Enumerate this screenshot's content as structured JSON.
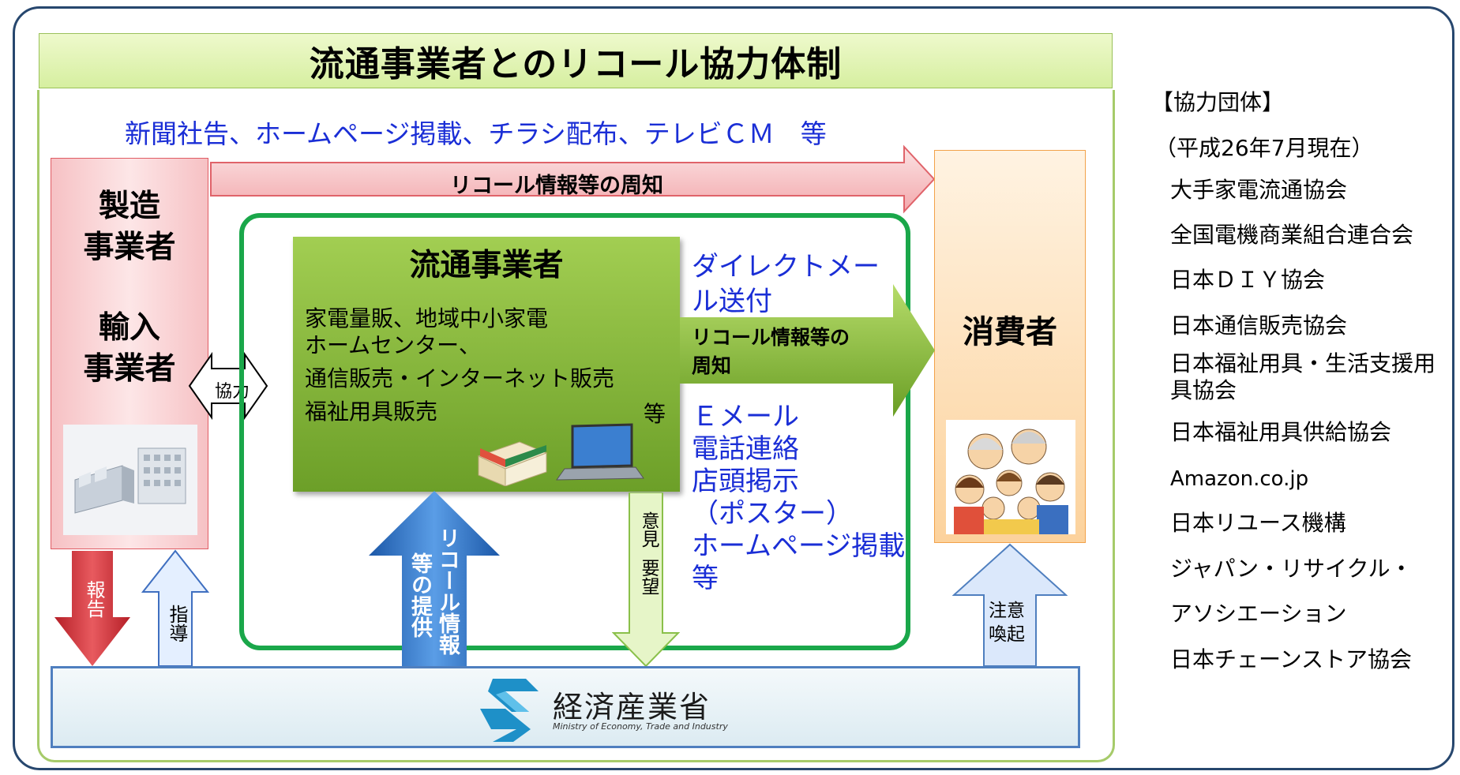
{
  "title": "流通事業者とのリコール協力体制",
  "media_text": "新聞社告、ホームページ掲載、チラシ配布、テレビＣＭ　等",
  "top_arrow_label": "リコール情報等の周知",
  "manufacturer": {
    "line1": "製造",
    "line2": "事業者",
    "line3": "輸入",
    "line4": "事業者"
  },
  "cooperation_label": "協力",
  "distributor": {
    "title": "流通事業者",
    "lines": [
      "家電量販、地域中小家電",
      "ホームセンター、",
      "通信販売・インターネット販売",
      "福祉用具販売"
    ],
    "etc": "等"
  },
  "direct_mail": {
    "line1": "ダイレクトメー",
    "line2": "ル送付"
  },
  "middle_arrow_label": {
    "line1": "リコール情報等の",
    "line2": "周知"
  },
  "channels": [
    "Ｅメール",
    "電話連絡",
    "店頭掲示",
    "（ポスター）",
    "ホームページ掲載",
    "等"
  ],
  "consumer_label": "消費者",
  "report_label": "報告",
  "guidance_label": "指導",
  "recall_provide_label": {
    "col1": "リコール情報",
    "col2": "等の提供"
  },
  "opinion_label": {
    "col1": "意見",
    "col2": "要望"
  },
  "caution_label": {
    "line1": "注意",
    "line2": "喚起"
  },
  "meti": {
    "name": "経済産業省",
    "english": "Ministry of Economy, Trade and Industry"
  },
  "orgs": {
    "header": "【協力団体】",
    "date": "（平成26年7月現在）",
    "items": [
      "大手家電流通協会",
      "全国電機商業組合連合会",
      "日本ＤＩＹ協会",
      "日本通信販売協会",
      "日本福祉用具・生活支援用具協会",
      "日本福祉用具供給協会",
      "Amazon.co.jp",
      "日本リユース機構",
      "ジャパン・リサイクル・",
      "アソシエーション",
      "日本チェーンストア協会"
    ]
  },
  "colors": {
    "frame": "#27476e",
    "blue_text": "#1a2ed6",
    "green_border": "#1aa74a",
    "red_arrow": "#c8242d",
    "blue_arrow": "#2e6fc0"
  }
}
